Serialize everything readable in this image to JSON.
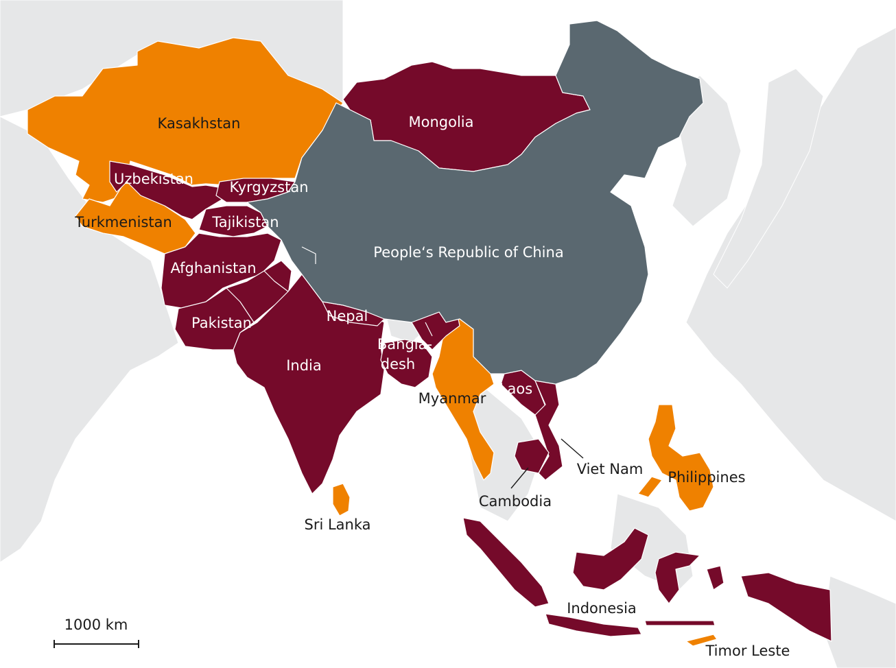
{
  "colors": {
    "sea": "#ffffff",
    "background_land": "#e6e7e8",
    "category_dark_red": "#750a2a",
    "category_orange": "#ef8100",
    "china_gray": "#5a6870"
  },
  "regions": [
    {
      "id": "kasakhstan",
      "label": "Kasakhstan",
      "category": "orange"
    },
    {
      "id": "mongolia",
      "label": "Mongolia",
      "category": "dark_red"
    },
    {
      "id": "uzbekistan",
      "label": "Uzbekistan",
      "category": "dark_red"
    },
    {
      "id": "kyrgyzstan",
      "label": "Kyrgyzstan",
      "category": "dark_red"
    },
    {
      "id": "turkmenistan",
      "label": "Turkmenistan",
      "category": "orange"
    },
    {
      "id": "tajikistan",
      "label": "Tajikistan",
      "category": "dark_red"
    },
    {
      "id": "china",
      "label": "People‘s Republic of China",
      "category": "gray"
    },
    {
      "id": "afghanistan",
      "label": "Afghanistan",
      "category": "dark_red"
    },
    {
      "id": "pakistan",
      "label": "Pakistan",
      "category": "dark_red"
    },
    {
      "id": "nepal",
      "label": "Nepal",
      "category": "dark_red"
    },
    {
      "id": "india",
      "label": "India",
      "category": "dark_red"
    },
    {
      "id": "bangladesh",
      "label_line1": "Bangla-",
      "label_line2": "desh",
      "category": "dark_red"
    },
    {
      "id": "myanmar",
      "label": "Myanmar",
      "category": "orange"
    },
    {
      "id": "laos",
      "label": "Laos",
      "category": "dark_red"
    },
    {
      "id": "vietnam",
      "label": "Viet Nam",
      "category": "dark_red"
    },
    {
      "id": "cambodia",
      "label": "Cambodia",
      "category": "dark_red"
    },
    {
      "id": "philippines",
      "label": "Philippines",
      "category": "orange"
    },
    {
      "id": "srilanka",
      "label": "Sri Lanka",
      "category": "orange"
    },
    {
      "id": "indonesia",
      "label": "Indonesia",
      "category": "dark_red"
    },
    {
      "id": "timorleste",
      "label": "Timor Leste",
      "category": "orange"
    }
  ],
  "scale_bar": {
    "label": "1000 km"
  }
}
